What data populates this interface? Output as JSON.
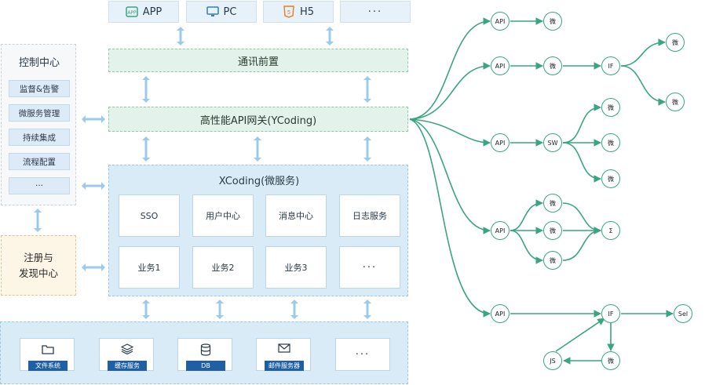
{
  "clients": [
    {
      "label": "APP",
      "icon": "app-icon"
    },
    {
      "label": "PC",
      "icon": "monitor-icon"
    },
    {
      "label": "H5",
      "icon": "html5-icon"
    },
    {
      "label": "···",
      "icon": ""
    }
  ],
  "comm_front": {
    "label": "通讯前置"
  },
  "gateway": {
    "label": "高性能API网关(YCoding)"
  },
  "control_center": {
    "title": "控制中心",
    "items": [
      "监督&告警",
      "微服务管理",
      "持续集成",
      "流程配置",
      "···"
    ]
  },
  "registry": {
    "line1": "注册与",
    "line2": "发现中心"
  },
  "xcoding": {
    "title": "XCoding(微服务)",
    "row1": [
      "SSO",
      "用户中心",
      "消息中心",
      "日志服务"
    ],
    "row2": [
      "业务1",
      "业务2",
      "业务3",
      "···"
    ]
  },
  "storage": [
    {
      "label": "文件系统",
      "icon": "folder-icon"
    },
    {
      "label": "缓存服务",
      "icon": "layers-icon"
    },
    {
      "label": "DB",
      "icon": "database-icon"
    },
    {
      "label": "邮件服务器",
      "icon": "mail-icon"
    },
    {
      "label": "···",
      "icon": ""
    }
  ],
  "graph": {
    "api": "API",
    "micro": "微",
    "if": "IF",
    "sw": "SW",
    "sigma": "Σ",
    "sel": "Sel",
    "js": "JS"
  },
  "colors": {
    "green_line": "#3aa57e",
    "blue_arrow": "#8ec3e6",
    "label_bg": "#1f5fa6"
  }
}
